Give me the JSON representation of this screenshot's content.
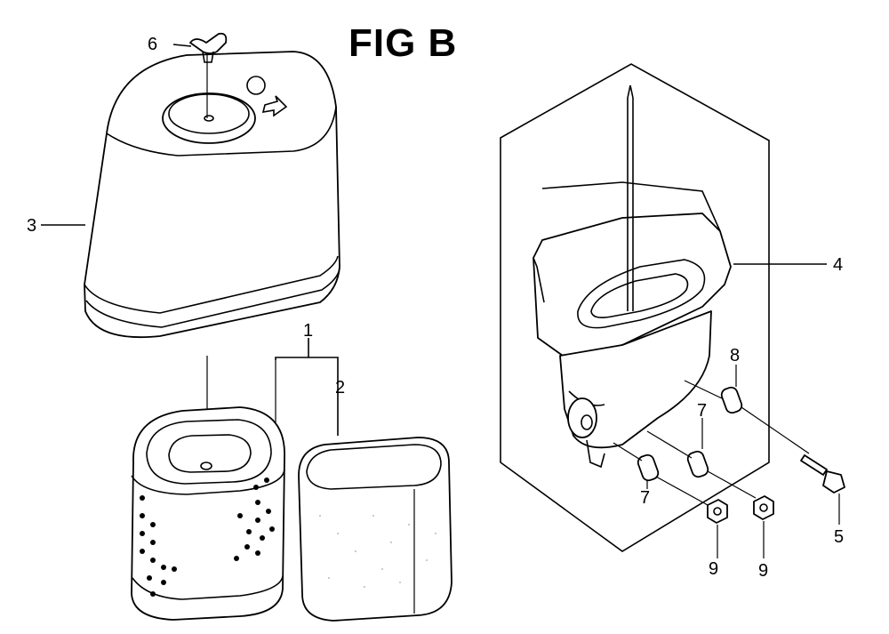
{
  "figure": {
    "title": "FIG B"
  },
  "callouts": {
    "c1": "1",
    "c2": "2",
    "c3": "3",
    "c4": "4",
    "c5": "5",
    "c6": "6",
    "c7a": "7",
    "c7b": "7",
    "c8": "8",
    "c9a": "9",
    "c9b": "9"
  },
  "colors": {
    "line": "#000000",
    "background": "#ffffff"
  }
}
